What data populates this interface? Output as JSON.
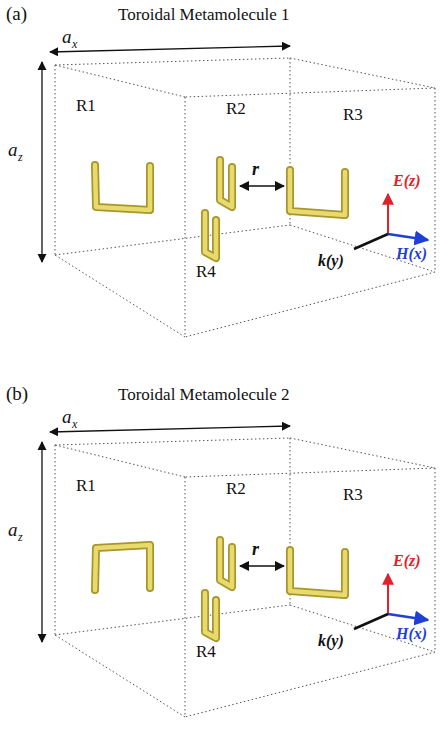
{
  "diagram": {
    "labels": [
      "(a)",
      "Toroidal Metamolecule 1",
      "a",
      "x",
      "a",
      "z",
      "R1",
      "R2",
      "R3",
      "R4",
      "r",
      "E(z)",
      "H(x)",
      "k(y)",
      "(b)",
      "Toroidal Metamolecule 2",
      "a",
      "x",
      "a",
      "z",
      "R1",
      "R2",
      "R3",
      "R4",
      "r",
      "E(z)",
      "H(x)",
      "k(y)"
    ]
  }
}
